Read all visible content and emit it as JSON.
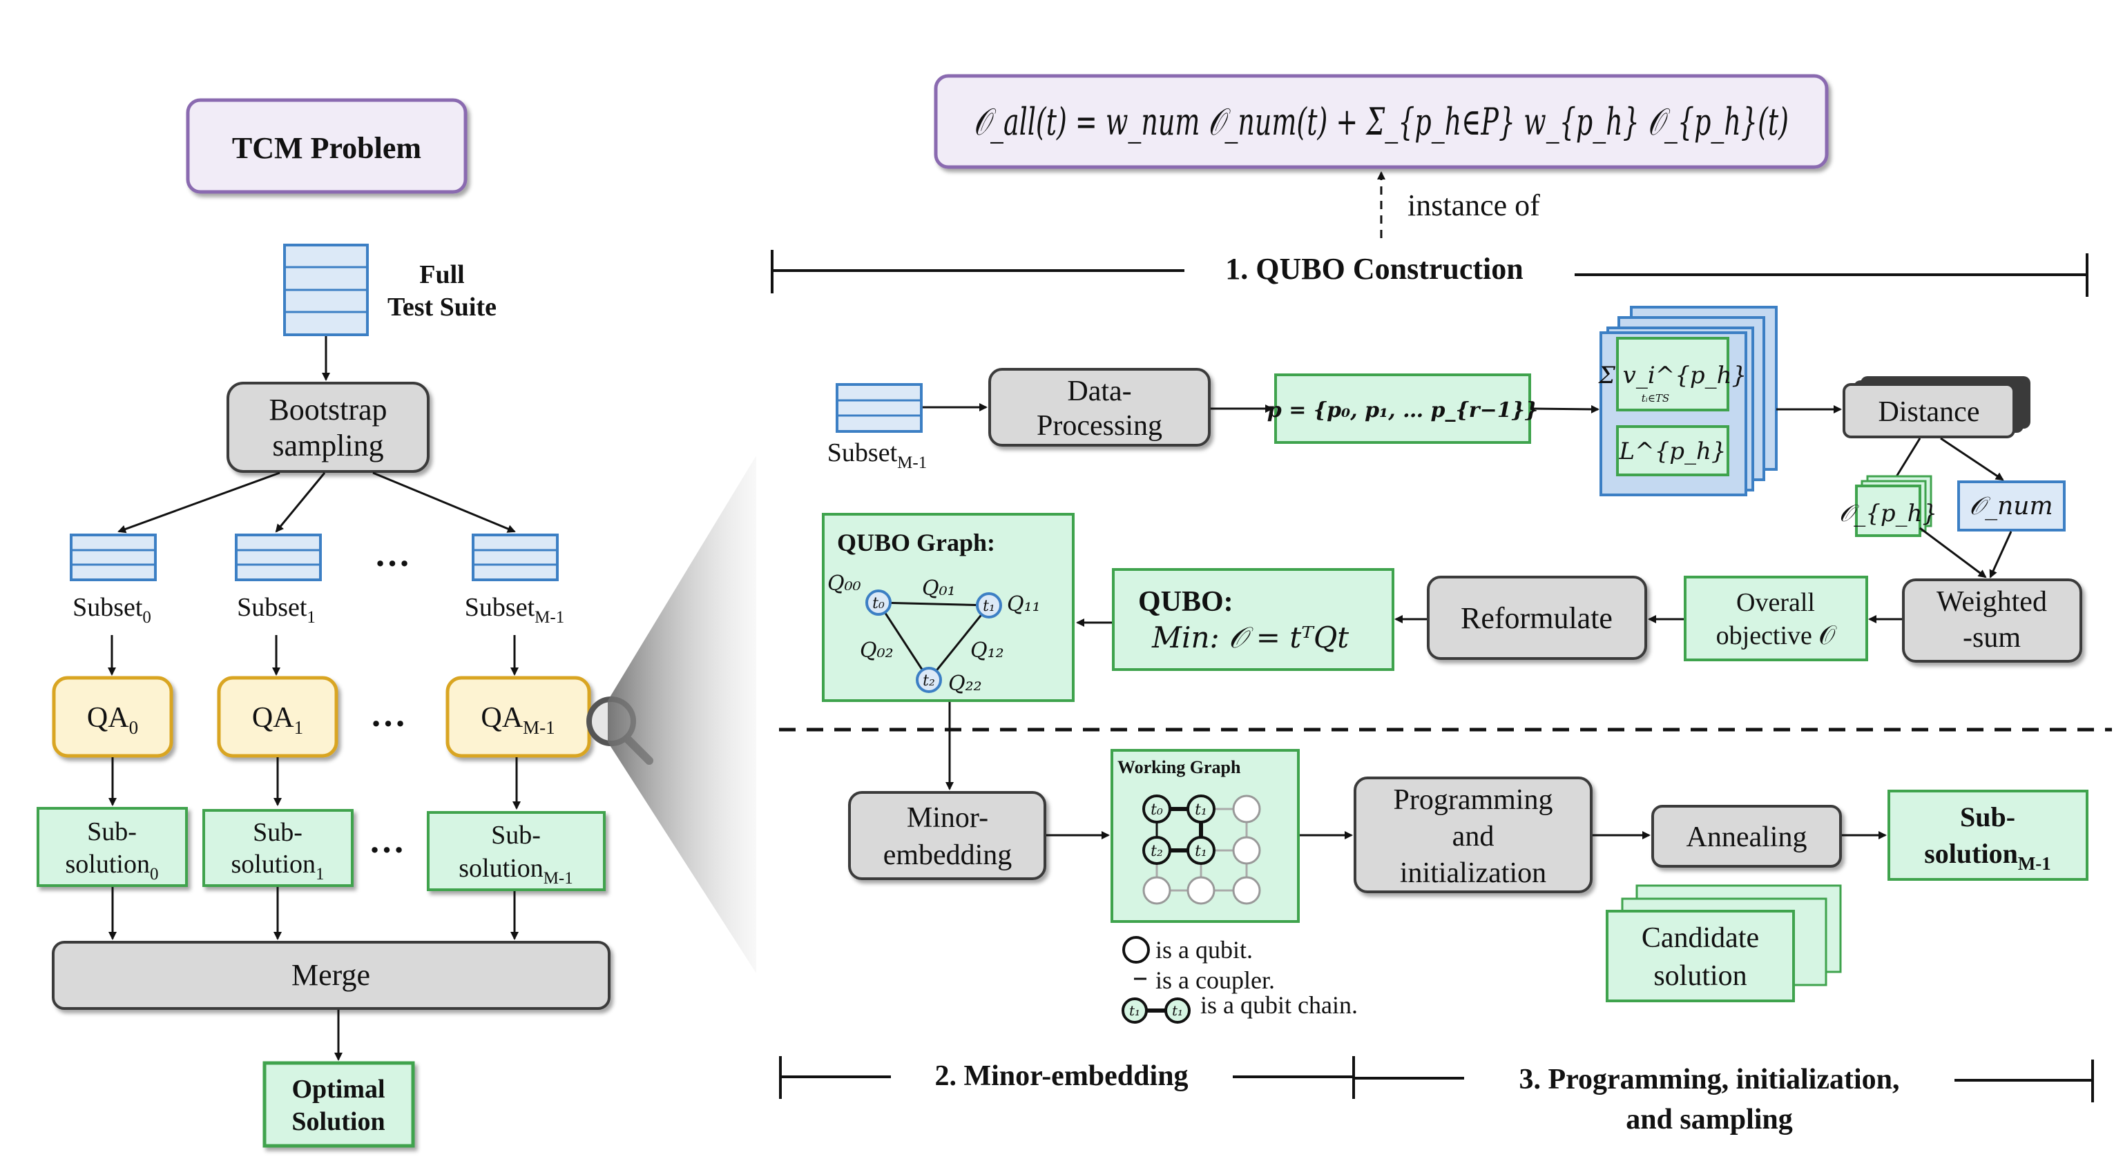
{
  "left": {
    "problem": "TCM Problem",
    "full_suite_l1": "Full",
    "full_suite_l2": "Test Suite",
    "bootstrap_l1": "Bootstrap",
    "bootstrap_l2": "sampling",
    "subset0_base": "Subset",
    "subset0_sub": "0",
    "subset1_base": "Subset",
    "subset1_sub": "1",
    "subsetM_base": "Subset",
    "subsetM_sub": "M-1",
    "ellipsis": "…",
    "qa0_base": "QA",
    "qa0_sub": "0",
    "qa1_base": "QA",
    "qa1_sub": "1",
    "qaM_base": "QA",
    "qaM_sub": "M-1",
    "sol0_l1": "Sub-",
    "sol0_l2": "solution",
    "sol0_sub": "0",
    "sol1_l1": "Sub-",
    "sol1_l2": "solution",
    "sol1_sub": "1",
    "solM_l1": "Sub-",
    "solM_l2": "solution",
    "solM_sub": "M-1",
    "merge": "Merge",
    "optimal_l1": "Optimal",
    "optimal_l2": "Solution"
  },
  "right": {
    "formula": "𝒪_all(t) = w_num 𝒪_num(t) + Σ_{p_h∈P} w_{p_h} 𝒪_{p_h}(t)",
    "instance_of": "instance of",
    "section1": "1. QUBO Construction",
    "subset_base": "Subset",
    "subset_sub": "M-1",
    "data_proc_l1": "Data-",
    "data_proc_l2": "Processing",
    "p_set": "p = {p₀, p₁, … p_{r−1}}",
    "sum_expr": "Σ v_i^{p_h}",
    "sum_index": "tᵢ∈TS",
    "l_expr": "L^{p_h}",
    "distance": "Distance",
    "o_ph": "𝒪_{p_h}",
    "o_num": "𝒪_num",
    "weighted_l1": "Weighted",
    "weighted_l2": "-sum",
    "overall_l1": "Overall",
    "overall_l2": "objective 𝒪",
    "reformulate": "Reformulate",
    "qubo_l1": "QUBO:",
    "qubo_l2": "Min: 𝒪 = tᵀQt",
    "qubo_graph_title": "QUBO Graph:",
    "q00": "Q₀₀",
    "q01": "Q₀₁",
    "q11": "Q₁₁",
    "q02": "Q₀₂",
    "q12": "Q₁₂",
    "q22": "Q₂₂",
    "t0": "t₀",
    "t1": "t₁",
    "t2": "t₂",
    "minor_l1": "Minor-",
    "minor_l2": "embedding",
    "working_graph": "Working Graph",
    "prog_l1": "Programming",
    "prog_l2": "and",
    "prog_l3": "initialization",
    "annealing": "Annealing",
    "subsol_l1": "Sub-",
    "subsol_l2": "solution",
    "subsol_sub": "M-1",
    "candidate_l1": "Candidate",
    "candidate_l2": "solution",
    "legend_qubit": "is a qubit.",
    "legend_coupler": "is a coupler.",
    "legend_chain": "is a qubit chain.",
    "section2": "2. Minor-embedding",
    "section3_l1": "3. Programming, initialization,",
    "section3_l2": "and sampling"
  },
  "colors": {
    "purple_border": "#8a6bb0",
    "purple_fill": "#f1ecf7",
    "blue_border": "#3c7fc4",
    "blue_fill": "#dce9f7",
    "gray_fill": "#d9d9d9",
    "gray_border": "#3a3a3a",
    "yellow_fill": "#fdf3d2",
    "yellow_border": "#d9a520",
    "green_fill": "#d6f5e3",
    "green_border": "#3fa34d"
  }
}
